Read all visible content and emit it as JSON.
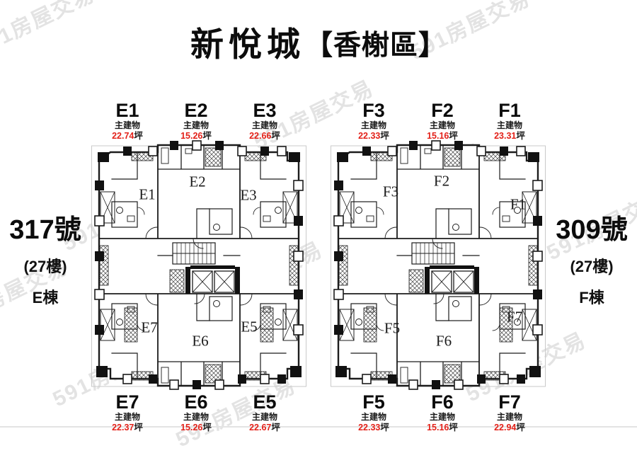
{
  "title": {
    "name": "新悅城",
    "section": "【香榭區】"
  },
  "watermark": {
    "text": "591房屋交易"
  },
  "colors": {
    "area_red": "#e32119",
    "watermark_gray": "#d2d2d2",
    "line_black": "#1c1c1c"
  },
  "buildings": {
    "left": {
      "address_no": "317號",
      "floor": "(27樓)",
      "tower": "E棟",
      "top_units": [
        {
          "id": "E1",
          "category": "主建物",
          "area": "22.74",
          "area_unit": "坪"
        },
        {
          "id": "E2",
          "category": "主建物",
          "area": "15.26",
          "area_unit": "坪"
        },
        {
          "id": "E3",
          "category": "主建物",
          "area": "22.66",
          "area_unit": "坪"
        }
      ],
      "bottom_units": [
        {
          "id": "E7",
          "category": "主建物",
          "area": "22.37",
          "area_unit": "坪"
        },
        {
          "id": "E6",
          "category": "主建物",
          "area": "15.26",
          "area_unit": "坪"
        },
        {
          "id": "E5",
          "category": "主建物",
          "area": "22.67",
          "area_unit": "坪"
        }
      ],
      "plan_labels": {
        "tl": "E1",
        "tc": "E2",
        "tr": "E3",
        "bl": "E7",
        "bc": "E6",
        "br": "E5"
      }
    },
    "right": {
      "address_no": "309號",
      "floor": "(27樓)",
      "tower": "F棟",
      "top_units": [
        {
          "id": "F3",
          "category": "主建物",
          "area": "22.33",
          "area_unit": "坪"
        },
        {
          "id": "F2",
          "category": "主建物",
          "area": "15.16",
          "area_unit": "坪"
        },
        {
          "id": "F1",
          "category": "主建物",
          "area": "23.31",
          "area_unit": "坪"
        }
      ],
      "bottom_units": [
        {
          "id": "F5",
          "category": "主建物",
          "area": "22.33",
          "area_unit": "坪"
        },
        {
          "id": "F6",
          "category": "主建物",
          "area": "15.16",
          "area_unit": "坪"
        },
        {
          "id": "F7",
          "category": "主建物",
          "area": "22.94",
          "area_unit": "坪"
        }
      ],
      "plan_labels": {
        "tl": "F5",
        "tc": "F6",
        "tr": "F7",
        "tl_top": "F3",
        "tc_top": "F2",
        "tr_top": "F1"
      }
    }
  }
}
